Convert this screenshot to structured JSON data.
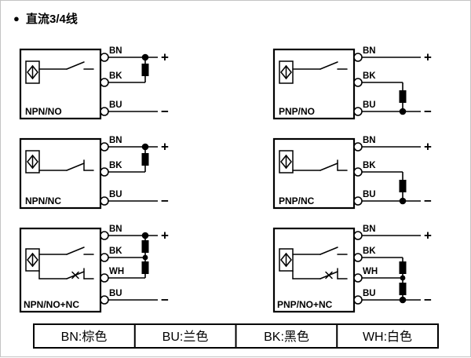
{
  "title": {
    "bullet": "●",
    "text": "直流3/4线"
  },
  "panels": [
    {
      "label": "NPN/NO",
      "wires": [
        "BN",
        "BK",
        "BU"
      ],
      "plus": "+",
      "minus": "−"
    },
    {
      "label": "NPN/NC",
      "wires": [
        "BN",
        "BK",
        "BU"
      ],
      "plus": "+",
      "minus": "−"
    },
    {
      "label": "NPN/NO+NC",
      "wires": [
        "BN",
        "BK",
        "WH",
        "BU"
      ],
      "plus": "+",
      "minus": "−"
    },
    {
      "label": "PNP/NO",
      "wires": [
        "BN",
        "BK",
        "BU"
      ],
      "plus": "+",
      "minus": "−"
    },
    {
      "label": "PNP/NC",
      "wires": [
        "BN",
        "BK",
        "BU"
      ],
      "plus": "+",
      "minus": "−"
    },
    {
      "label": "PNP/NO+NC",
      "wires": [
        "BN",
        "BK",
        "WH",
        "BU"
      ],
      "plus": "+",
      "minus": "−"
    }
  ],
  "legend": [
    "BN:棕色",
    "BU:兰色",
    "BK:黑色",
    "WH:白色"
  ],
  "colors": {
    "line": "#000000",
    "background": "#ffffff"
  }
}
